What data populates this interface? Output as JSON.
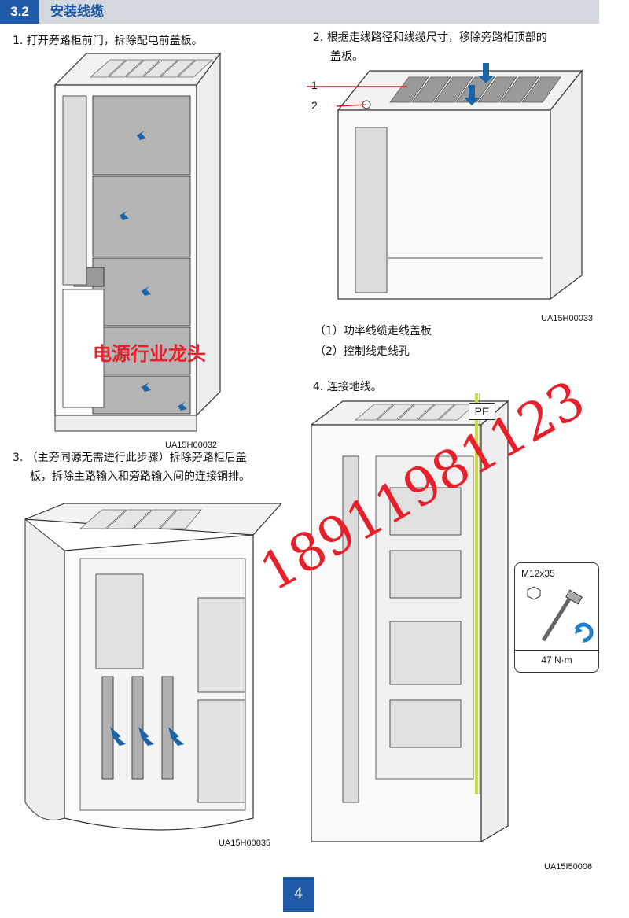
{
  "section": {
    "number": "3.2",
    "title": "安装线缆"
  },
  "steps": [
    {
      "text": "1.  打开旁路柜前门，拆除配电前盖板。"
    },
    {
      "line1": "2.  根据走线路径和线缆尺寸，移除旁路柜顶部的",
      "line2": "盖板。"
    },
    {
      "line1": "3.  （主旁同源无需进行此步骤）拆除旁路柜后盖",
      "line2": "板，拆除主路输入和旁路输入间的连接铜排。"
    },
    {
      "text": "4.  连接地线。"
    }
  ],
  "figures": [
    {
      "caption": "UA15H00032"
    },
    {
      "caption": "UA15H00033",
      "callouts": [
        "1",
        "2"
      ]
    },
    {
      "caption": "UA15H00035"
    },
    {
      "caption": "UA15I50006",
      "pe_label": "PE",
      "bolt": "M12x35",
      "torque": "47 N·m"
    }
  ],
  "legend": [
    "（1）功率线缆走线盖板",
    "（2）控制线走线孔"
  ],
  "watermarks": {
    "text1": "电源行业龙头",
    "text2": "18911981123"
  },
  "page_number": "4",
  "colors": {
    "accent": "#1f5aa8",
    "arrow": "#1c64a8",
    "watermark": "#e8202a",
    "ground_wire": "#c8d84a"
  }
}
